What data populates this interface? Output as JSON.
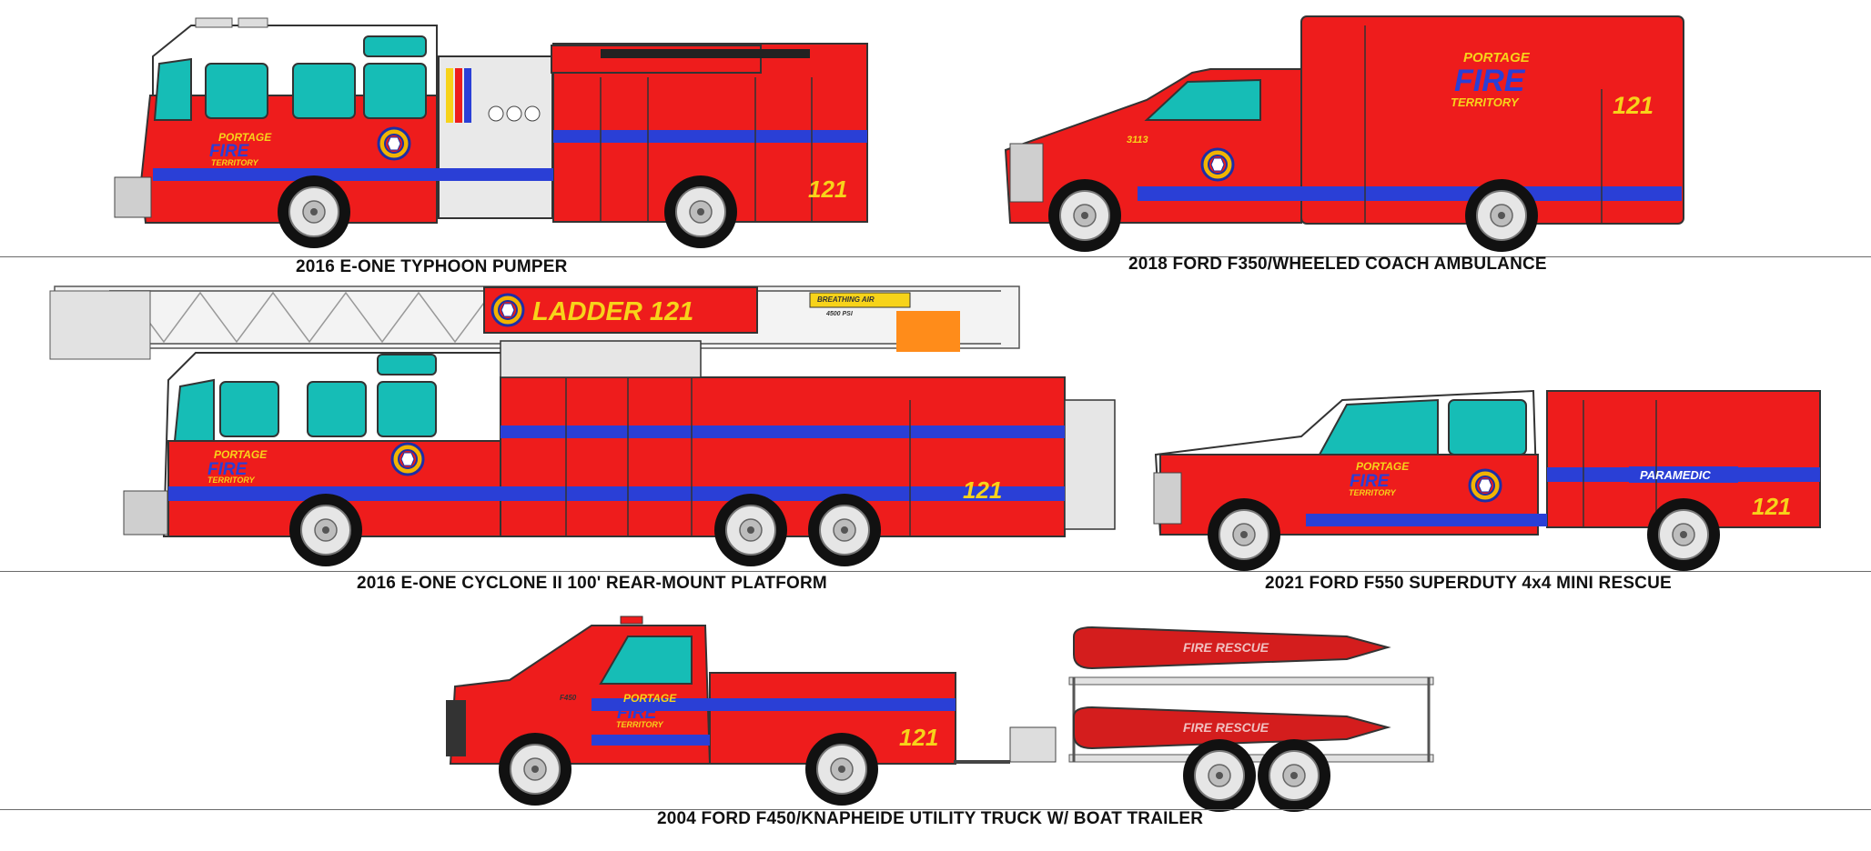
{
  "colors": {
    "body_red": "#ee1c1c",
    "stripe_blue": "#2a3fd6",
    "glass_teal": "#16bdb6",
    "lettering_yellow": "#f7d31a",
    "chrome_grey": "#cfcfcf",
    "tire_black": "#111111",
    "boat_red": "#d41d1d"
  },
  "vehicles": [
    {
      "caption": "2016 E-ONE TYPHOON PUMPER",
      "unit": "121",
      "dept_line1": "PORTAGE",
      "dept_line2": "FIRE",
      "dept_line3": "TERRITORY"
    },
    {
      "caption": "2018 FORD F350/WHEELED COACH AMBULANCE",
      "unit": "121",
      "cab_number": "3113",
      "dept_line1": "PORTAGE",
      "dept_line2": "FIRE",
      "dept_line3": "TERRITORY"
    },
    {
      "caption": "2016 E-ONE CYCLONE II 100' REAR-MOUNT PLATFORM",
      "unit": "121",
      "ladder_banner": "LADDER 121",
      "air_tank": "BREATHING AIR",
      "air_psi": "4500 PSI",
      "dept_line1": "PORTAGE",
      "dept_line2": "FIRE",
      "dept_line3": "TERRITORY"
    },
    {
      "caption": "2021 FORD F550 SUPERDUTY 4x4 MINI RESCUE",
      "unit": "121",
      "side_label": "PARAMEDIC",
      "dept_line1": "PORTAGE",
      "dept_line2": "FIRE",
      "dept_line3": "TERRITORY"
    },
    {
      "caption": "2004 FORD F450/KNAPHEIDE UTILITY TRUCK W/ BOAT TRAILER",
      "unit": "121",
      "model_badge": "F450",
      "boat_text": "FIRE RESCUE",
      "dept_line1": "PORTAGE",
      "dept_line2": "FIRE",
      "dept_line3": "TERRITORY"
    }
  ]
}
